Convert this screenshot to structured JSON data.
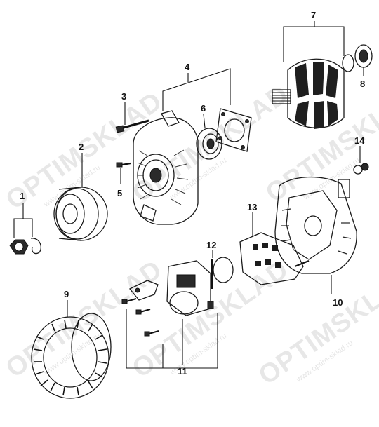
{
  "watermark": {
    "brand": "OPTIMSKLAD",
    "url": "www.optim-sklad.ru"
  },
  "callouts": {
    "c1": "1",
    "c2": "2",
    "c3": "3",
    "c4": "4",
    "c5": "5",
    "c6": "6",
    "c7": "7",
    "c8": "8",
    "c9": "9",
    "c10": "10",
    "c11": "11",
    "c12": "12",
    "c13": "13",
    "c14": "14"
  },
  "colors": {
    "line": "#1a1a1a",
    "background": "#ffffff"
  }
}
